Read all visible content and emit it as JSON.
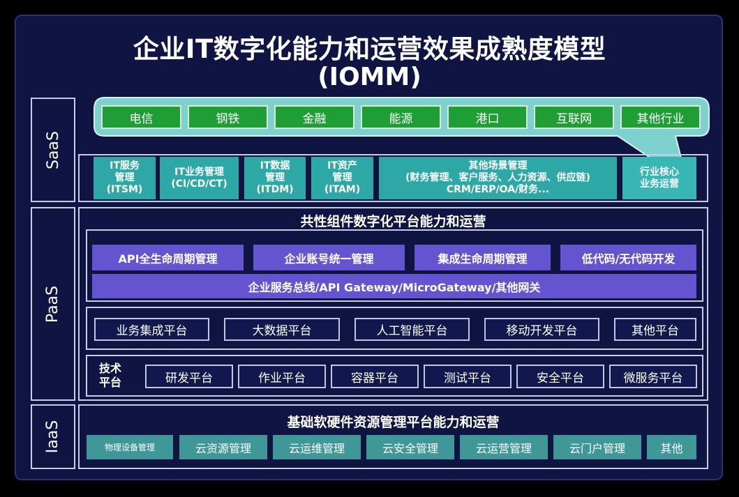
{
  "title": {
    "line1": "企业IT数字化能力和运营效果成熟度模型",
    "line2": "(IOMM)"
  },
  "layers": {
    "saas": "SaaS",
    "paas": "PaaS",
    "iaas": "IaaS"
  },
  "industries": [
    "电信",
    "钢铁",
    "金融",
    "能源",
    "港口",
    "互联网",
    "其他行业"
  ],
  "saas_items": [
    "IT服务\n管理\n(ITSM)",
    "IT业务管理\n(CI/CD/CT)",
    "IT数据\n管理\n(ITDM)",
    "IT资产\n管理\n(ITAM)",
    "其他场景管理\n(财务管理、客户服务、人力资源、供应链)\nCRM/ERP/OA/财务...",
    "行业核心\n业务运营"
  ],
  "paas": {
    "header": "共性组件数字化平台能力和运营",
    "row1": [
      "API全生命周期管理",
      "企业账号统一管理",
      "集成生命周期管理",
      "低代码/无代码开发"
    ],
    "bus": "企业服务总线/API Gateway/MicroGateway/其他网关",
    "platforms": [
      "业务集成平台",
      "大数据平台",
      "人工智能平台",
      "移动开发平台",
      "其他平台"
    ],
    "tech_label": "技术\n平台",
    "tech": [
      "研发平台",
      "作业平台",
      "容器平台",
      "测试平台",
      "安全平台",
      "微服务平台"
    ]
  },
  "iaas": {
    "header": "基础软硬件资源管理平台能力和运营",
    "items": [
      "物理设备管理",
      "云资源管理",
      "云运维管理",
      "云安全管理",
      "云运营管理",
      "云门户管理",
      "其他"
    ]
  },
  "colors": {
    "background": "#0f1442",
    "industry_green": "#1e9e35",
    "callout_teal": "#7fd1cf",
    "saas_teal": "#2ea8a7",
    "paas_purple": "#6554d0",
    "iaas_teal": "#3f9798"
  }
}
